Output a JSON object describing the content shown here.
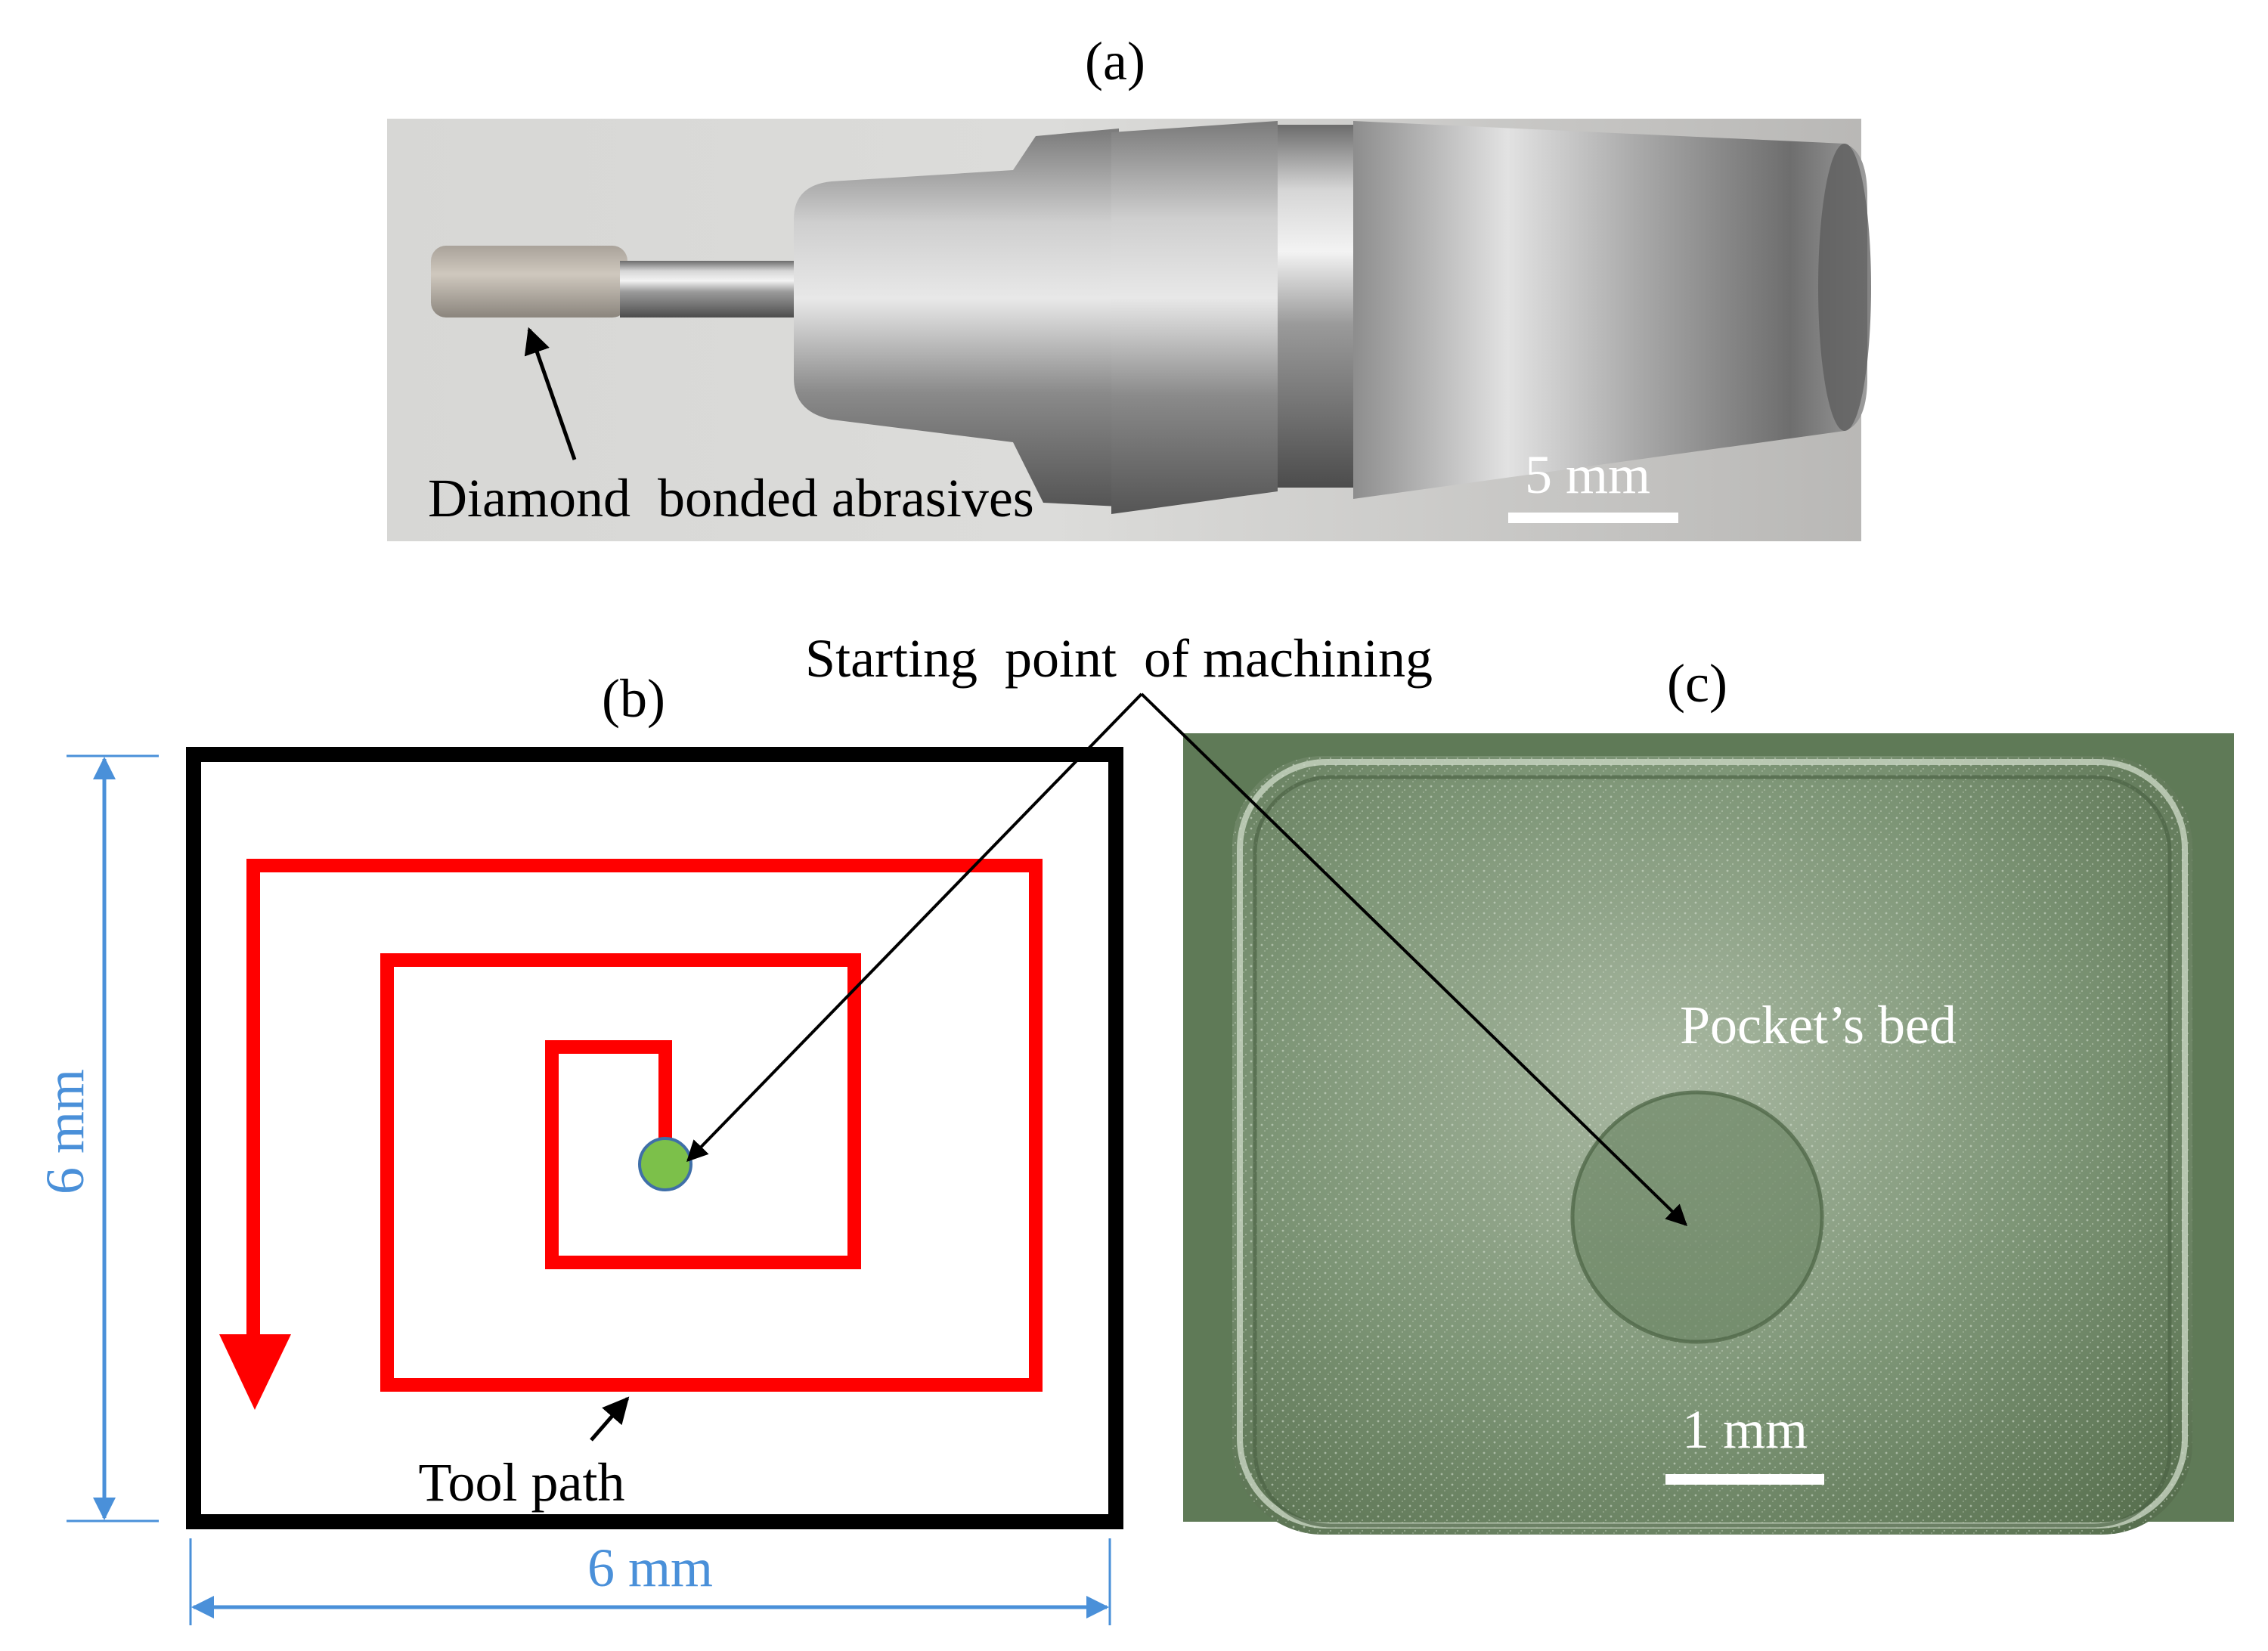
{
  "panel_a": {
    "label": "(a)",
    "annotation": "Diamond  bonded abrasives",
    "scale_bar": "5 mm"
  },
  "panel_b": {
    "label": "(b)",
    "dim_vertical": "6 mm",
    "dim_horizontal": "6 mm",
    "tool_path_label": "Tool path",
    "colors": {
      "path": "#ff0000",
      "start_point": "#7cc04a",
      "dimension": "#4a90d9",
      "frame": "#000000"
    }
  },
  "shared": {
    "start_label": "Starting  point  of machining"
  },
  "panel_c": {
    "label": "(c)",
    "pocket_label": "Pocket’s bed",
    "scale_bar": "1 mm"
  }
}
